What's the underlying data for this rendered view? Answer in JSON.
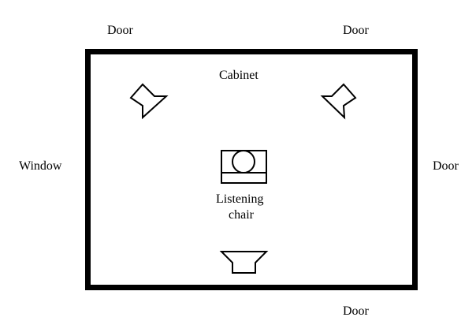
{
  "labels": {
    "door_top_left": "Door",
    "door_top_right": "Door",
    "door_right": "Door",
    "door_bottom": "Door",
    "window": "Window",
    "cabinet": "Cabinet",
    "listening_chair_line1": "Listening",
    "listening_chair_line2": "chair"
  },
  "colors": {
    "line": "#000000",
    "background": "#ffffff"
  },
  "icons": {
    "left_speaker": "speaker-icon",
    "right_speaker": "speaker-icon",
    "rear_speaker": "speaker-icon",
    "chair": "chair-icon"
  }
}
